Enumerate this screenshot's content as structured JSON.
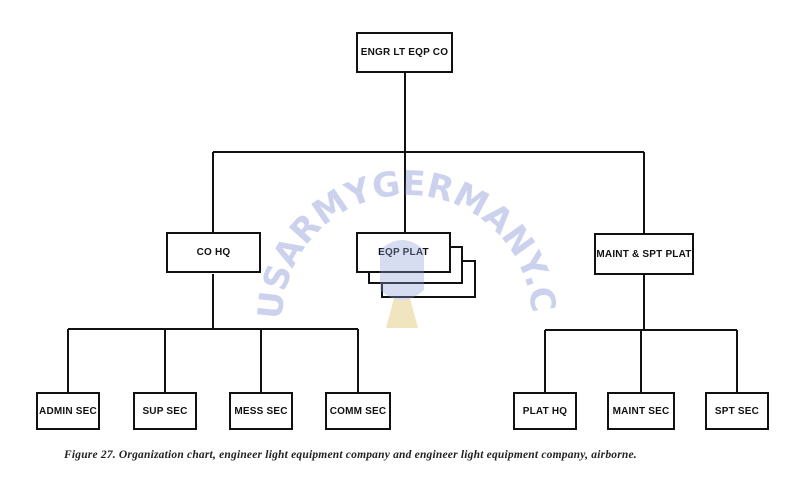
{
  "org": {
    "root": "ENGR LT EQP CO",
    "co_hq": "CO HQ",
    "eqp_plat": "EQP PLAT",
    "maint_spt_plat": "MAINT & SPT PLAT",
    "admin_sec": "ADMIN SEC",
    "sup_sec": "SUP SEC",
    "mess_sec": "MESS SEC",
    "comm_sec": "COMM SEC",
    "plat_hq": "PLAT HQ",
    "maint_sec": "MAINT SEC",
    "spt_sec": "SPT SEC"
  },
  "watermark": "USARMYGERMANY.COM",
  "caption": "Figure 27.  Organization chart, engineer light equipment company and engineer light equipment company, airborne."
}
